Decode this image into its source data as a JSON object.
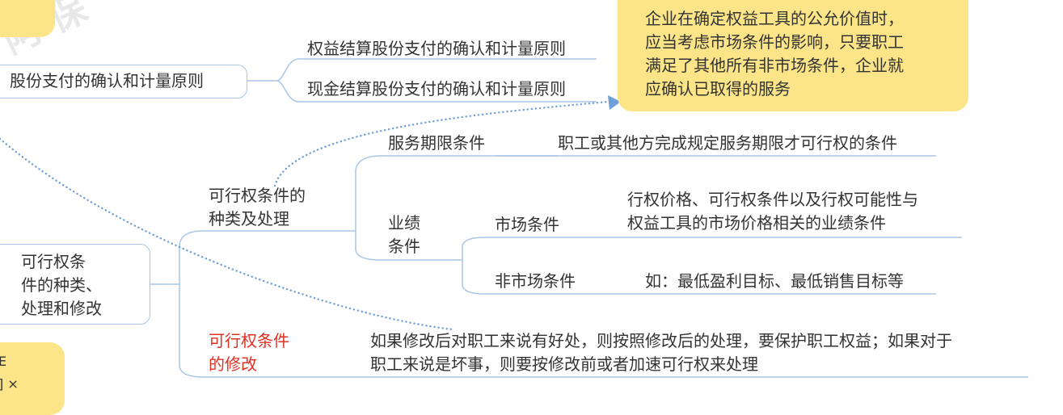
{
  "colors": {
    "link": "#a9c6e6",
    "dotted": "#6f9fd8",
    "note_bg": "#fce588",
    "accent_red": "#e03024",
    "text": "#333333"
  },
  "watermark": "阿 保",
  "nodes": {
    "root_share_payment": "股份支付的确认和计量原则",
    "equity_settled": "权益结算股份支付的确认和计量原则",
    "cash_settled": "现金结算股份支付的确认和计量原则",
    "vesting_root": [
      "可行权条",
      "件的种类、",
      "处理和修改"
    ],
    "types_handling": [
      "可行权条件的",
      "种类及处理"
    ],
    "service_condition": "服务期限条件",
    "service_condition_desc": "职工或其他方完成规定服务期限才可行权的条件",
    "performance_condition": [
      "业绩",
      "条件"
    ],
    "market_condition": "市场条件",
    "market_condition_desc": [
      "行权价格、可行权条件以及行权可能性与",
      "权益工具的市场价格相关的业绩条件"
    ],
    "non_market_condition": "非市场条件",
    "non_market_condition_desc": "如：最低盈利目标、最低销售目标等",
    "modification": [
      "可行权条件",
      "的修改"
    ],
    "modification_desc": [
      "如果修改后对职工来说有好处，则按照修改后的处理，要保护职工权益；如果对于",
      "职工来说是坏事，则要按修改前或者加速可行权来处理"
    ]
  },
  "notes": {
    "market_note": [
      "企业在确定权益工具的公允价值时，",
      "应当考虑市场条件的影响，只要职工",
      "满足了其他所有非市场条件，企业就",
      "应确认已取得的服务"
    ],
    "bottom_left_fragment": [
      "E",
      "] ×"
    ]
  }
}
